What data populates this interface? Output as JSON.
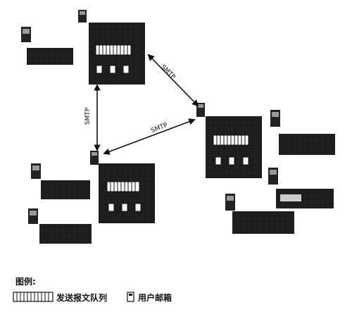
{
  "diagram": {
    "links": [
      {
        "label": "SMTP"
      },
      {
        "label": "SMTP"
      },
      {
        "label": "SMTP"
      }
    ]
  },
  "legend": {
    "title": "图例:",
    "queue_label": "发送报文队列",
    "mailbox_label": "用户邮箱"
  },
  "colors": {
    "ink": "#111111",
    "paper": "#ffffff"
  }
}
